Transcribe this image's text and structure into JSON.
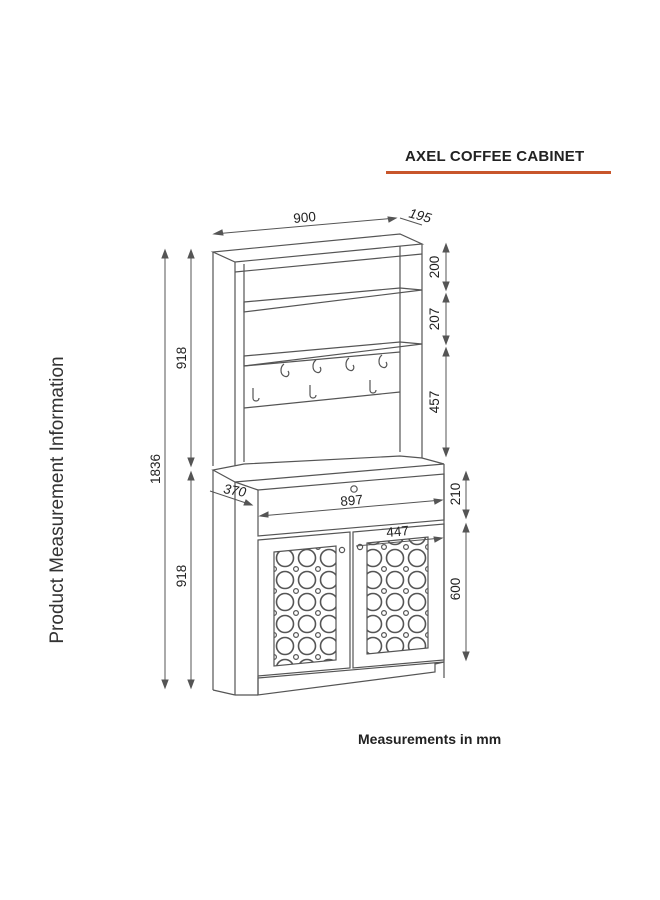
{
  "title": "AXEL COFFEE CABINET",
  "side_title": "Product Measurement Information",
  "footer_note": "Measurements in mm",
  "colors": {
    "accent": "#c8562b",
    "line": "#555555",
    "text": "#222222"
  },
  "dimensions": {
    "width_top": "900",
    "depth_top": "195",
    "shelf_top_gap": "200",
    "shelf_mid_gap": "207",
    "shelf_low_gap": "457",
    "upper_height": "918",
    "total_height": "1836",
    "lower_height": "918",
    "depth_base": "370",
    "drawer_width": "897",
    "drawer_height": "210",
    "door_width": "447",
    "door_height": "600"
  }
}
